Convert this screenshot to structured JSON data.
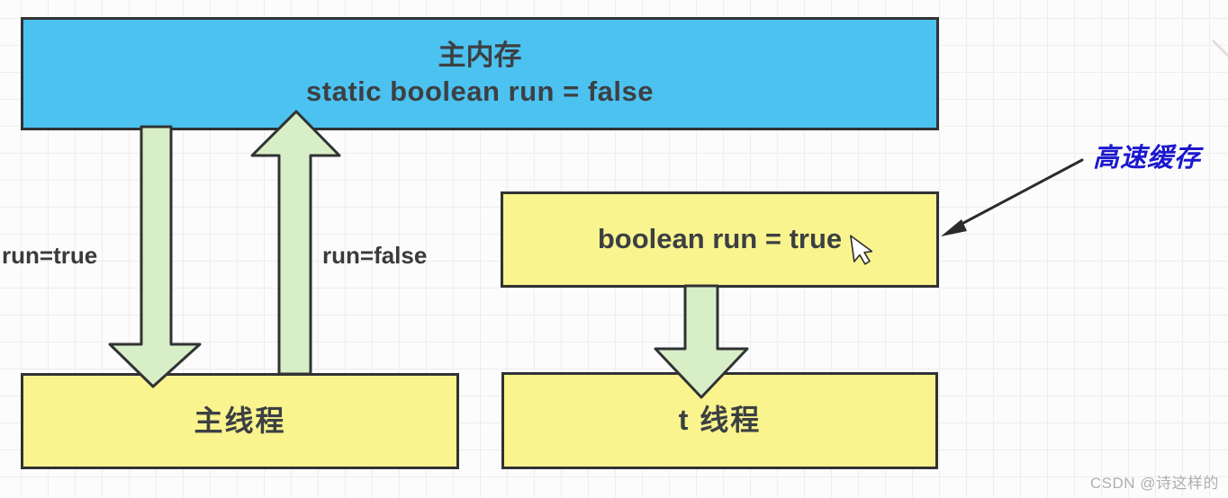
{
  "diagram": {
    "main_memory": {
      "title": "主内存",
      "code": "static boolean run = false"
    },
    "cache_box": {
      "label": "boolean run = true"
    },
    "main_thread_box": {
      "label": "主线程"
    },
    "t_thread_box": {
      "label": "t 线程"
    },
    "edge_labels": {
      "write_true": "run=true",
      "read_false": "run=false"
    },
    "cache_annotation": "高速缓存"
  },
  "watermark": "CSDN @诗这样的",
  "colors": {
    "main_memory_fill": "#4cc2f1",
    "thread_box_fill": "#f9f48e",
    "arrow_fill": "#d8eec7",
    "outline": "#303234",
    "box_text_color": "#3c4043",
    "edge_label_color": "#3a3a3a",
    "cache_annotation_color": "#1c18cd",
    "annotation_color": "#2b2b2b",
    "watermark_color": "#b0aeae"
  }
}
